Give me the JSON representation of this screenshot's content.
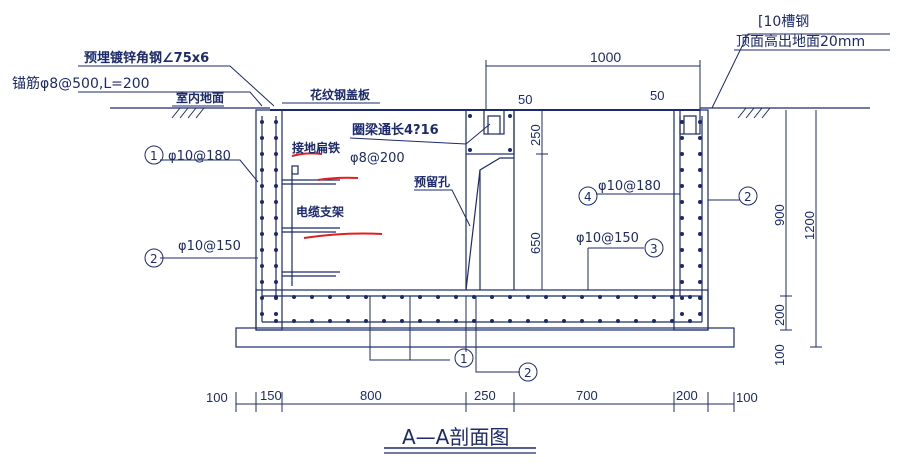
{
  "title": "A—A剖面图",
  "callouts": {
    "embedded_angle": "预埋镀锌角钢∠75x6",
    "anchor_bar": "锚筋φ8@500,L=200",
    "indoor_ground": "室内地面",
    "cover_plate": "花纹钢盖板",
    "channel_steel": "[10槽钢",
    "top_above_ground": "顶面高出地面20mm",
    "ring_beam": "圈梁通长4?16",
    "ring_stirrup": "φ8@200",
    "ground_flat_iron": "接地扁铁",
    "cable_bracket": "电缆支架",
    "reserved_hole": "预留孔",
    "bar_1": "φ10@180",
    "bar_2": "φ10@150",
    "bar_4": "φ10@180",
    "bar_3": "φ10@150"
  },
  "markers": [
    "1",
    "2",
    "4",
    "2",
    "3",
    "1",
    "2"
  ],
  "dimensions": {
    "top_span": "1000",
    "d50_left": "50",
    "d50_right": "50",
    "d250": "250",
    "d650": "650",
    "d900": "900",
    "d1200": "1200",
    "d200": "200",
    "d100v": "100",
    "bottom": [
      "100",
      "150",
      "800",
      "250",
      "700",
      "200",
      "100"
    ]
  },
  "colors": {
    "ink": "#1c2a6b",
    "highlight": "#e0201c"
  }
}
